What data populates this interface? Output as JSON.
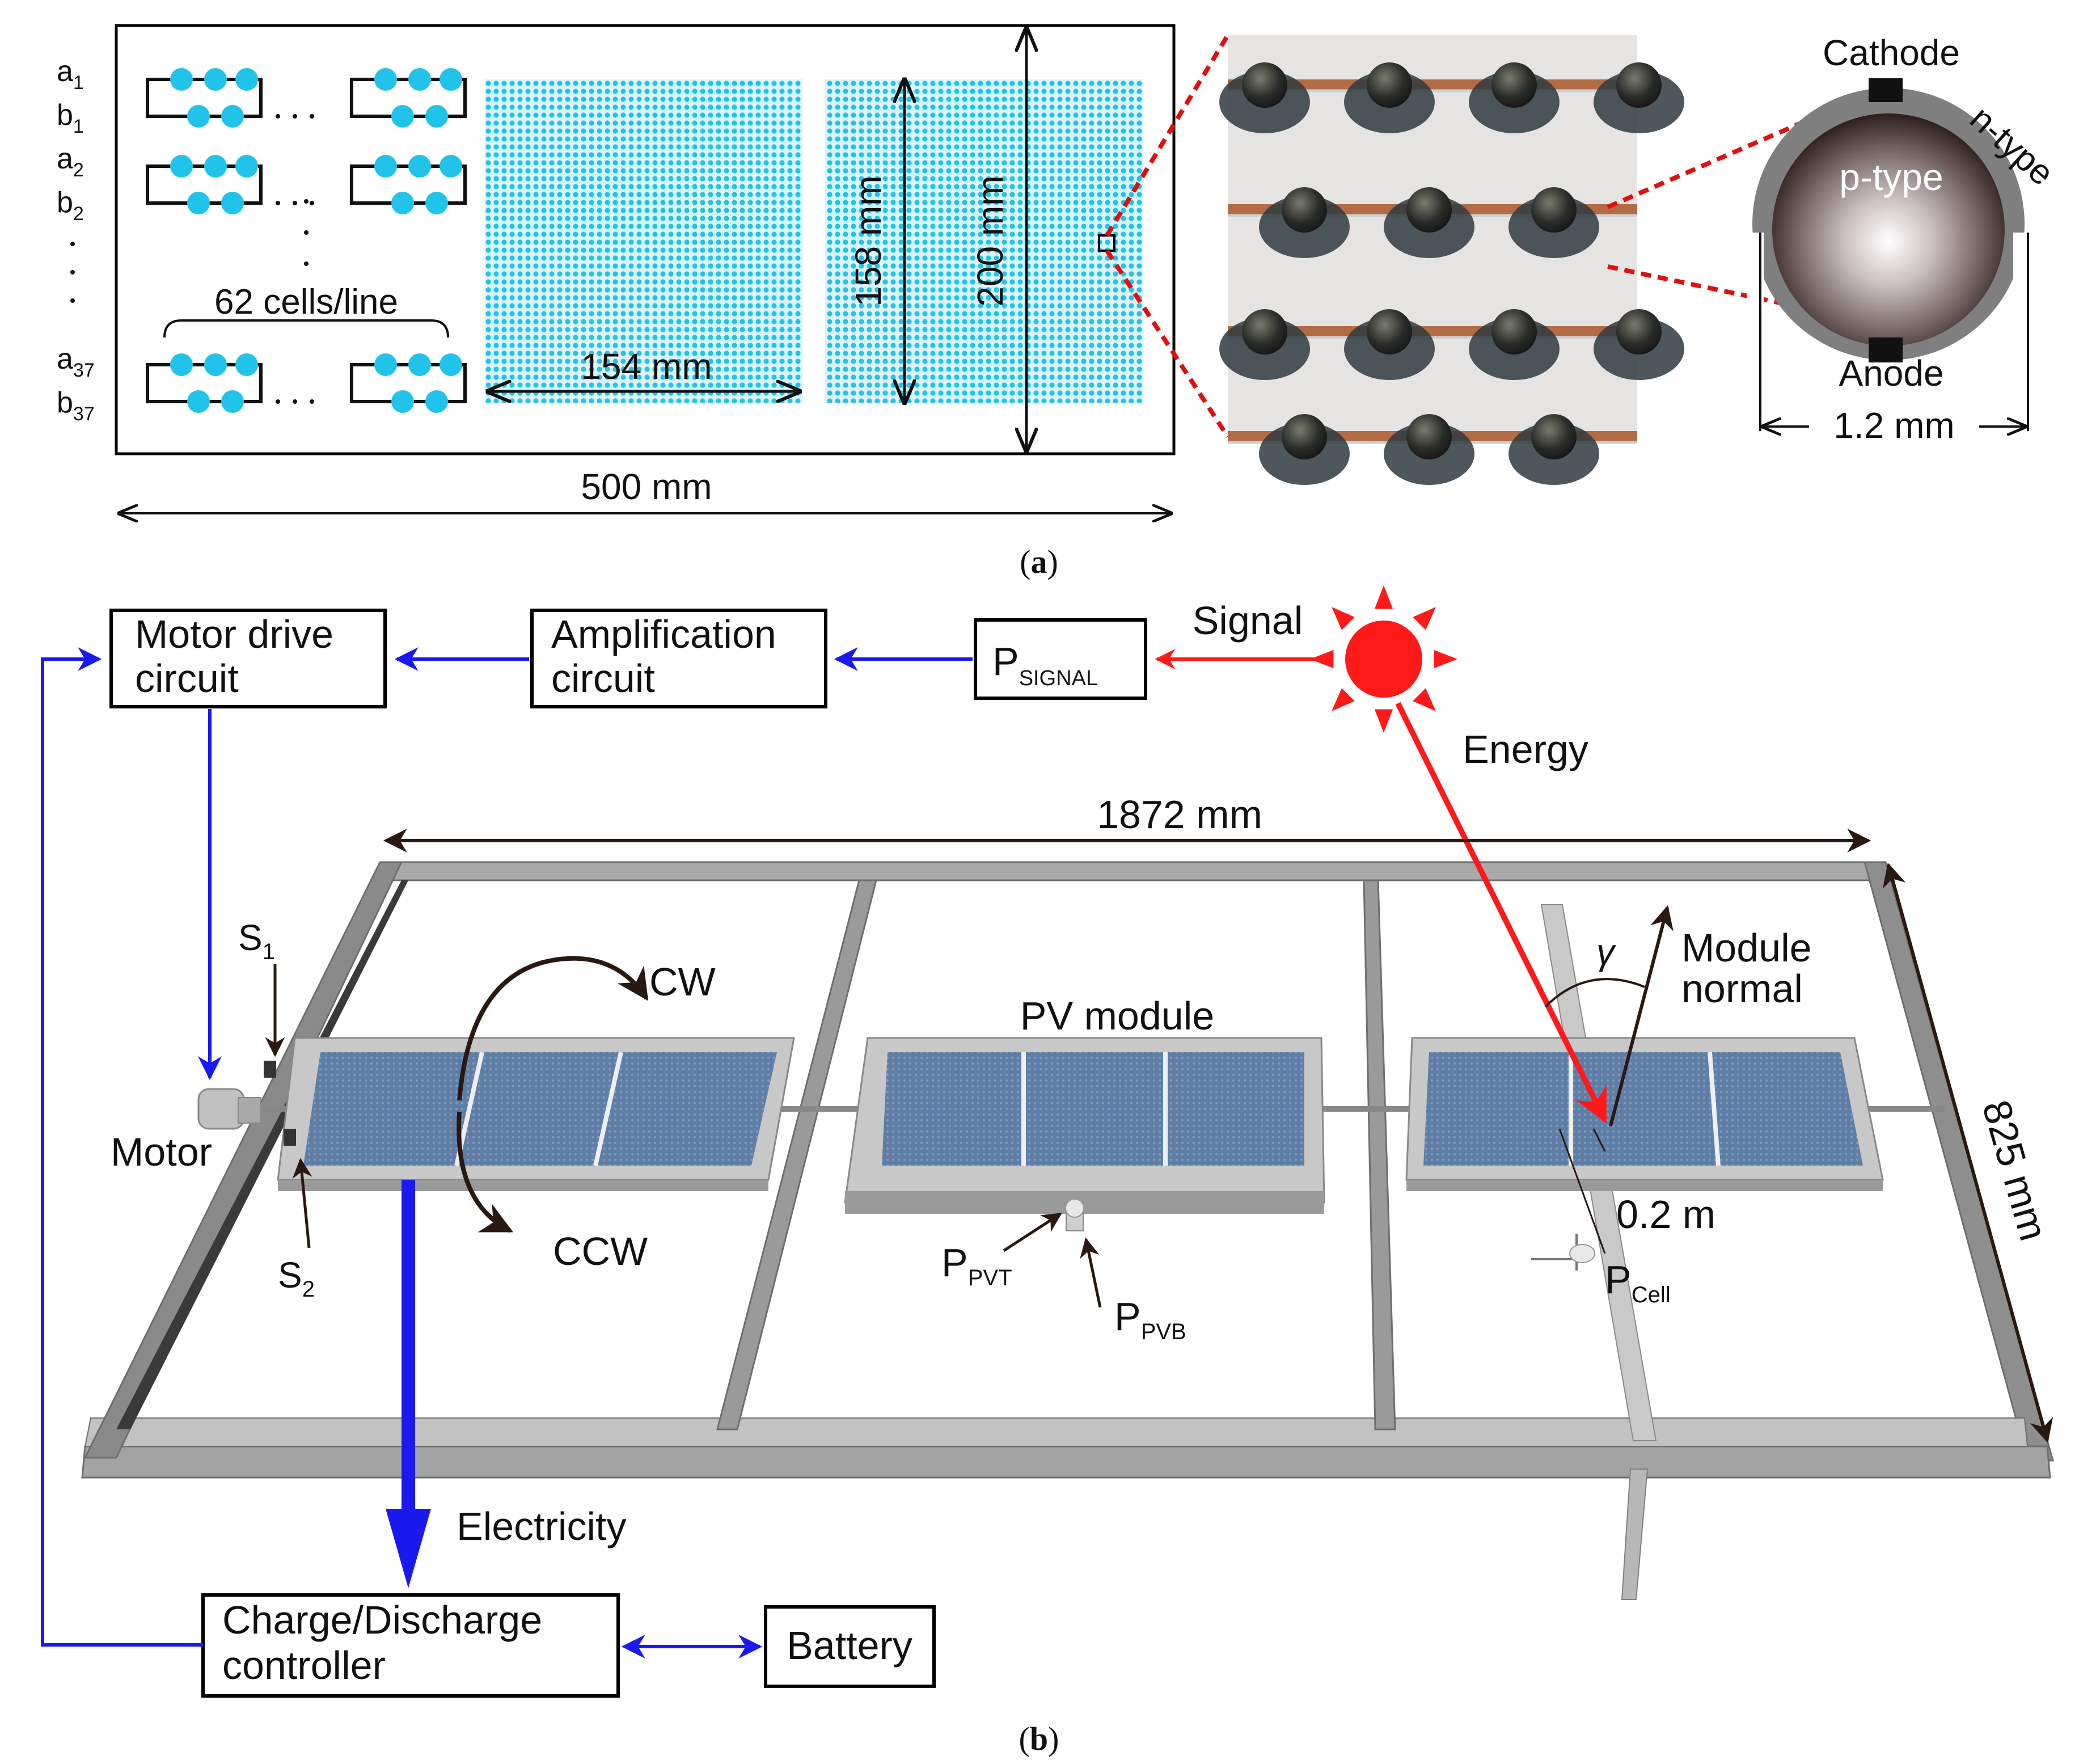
{
  "panel_a": {
    "caption_open": "(",
    "caption_letter": "a",
    "caption_close": ")",
    "rows": [
      {
        "a": "a",
        "a_sub": "1",
        "b": "b",
        "b_sub": "1"
      },
      {
        "a": "a",
        "a_sub": "2",
        "b": "b",
        "b_sub": "2"
      },
      {
        "a": "a",
        "a_sub": "37",
        "b": "b",
        "b_sub": "37"
      }
    ],
    "cells_per_line": "62 cells/line",
    "dim_500": "500 mm",
    "dim_154": "154 mm",
    "dim_158": "158 mm",
    "dim_200": "200 mm",
    "cathode": "Cathode",
    "anode": "Anode",
    "n_type": "n-type",
    "p_type": "p-type",
    "dim_1_2": "1.2 mm"
  },
  "panel_b": {
    "caption_open": "(",
    "caption_letter": "b",
    "caption_close": ")",
    "motor_drive": [
      "Motor drive",
      "circuit"
    ],
    "amplification": [
      "Amplification",
      "circuit"
    ],
    "p_signal": "P",
    "p_signal_sub": "SIGNAL",
    "signal": "Signal",
    "energy": "Energy",
    "dim_1872": "1872 mm",
    "dim_825": "825 mm",
    "s1": "S",
    "s1_sub": "1",
    "s2": "S",
    "s2_sub": "2",
    "motor": "Motor",
    "cw": "CW",
    "ccw": "CCW",
    "pv_module": "PV module",
    "gamma": "γ",
    "module_normal": [
      "Module",
      "normal"
    ],
    "dim_0_2": "0.2 m",
    "p_cell": "P",
    "p_cell_sub": "Cell",
    "p_pvt": "P",
    "p_pvt_sub": "PVT",
    "p_pvb": "P",
    "p_pvb_sub": "PVB",
    "electricity": "Electricity",
    "controller": [
      "Charge/Discharge",
      "controller"
    ],
    "battery": "Battery"
  },
  "colors": {
    "cell_cyan": "#22c3ea",
    "flow_blue": "#1a1aee",
    "sun_red": "#ff1a1a",
    "arrow_dark": "#2a1812",
    "frame_gray": "#9a9a9a",
    "panel_blue": "#5f7ea6"
  }
}
